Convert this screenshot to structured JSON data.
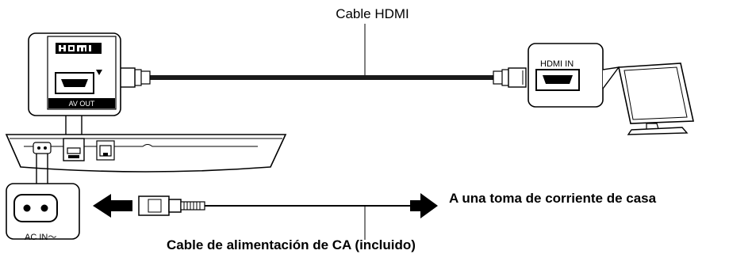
{
  "labels": {
    "hdmi_cable": "Cable HDMI",
    "outlet": "A una toma de corriente de casa",
    "power_cable": "Cable de alimentación de CA (incluido)",
    "hdmi_in": "HDMI IN",
    "av_out": "AV OUT",
    "ac_in": "AC IN～",
    "hdmi_logo": "HDMI"
  },
  "colors": {
    "line": "#000000",
    "background": "#ffffff",
    "cable": "#1a1a1a"
  },
  "icons": [
    "hdmi-logo-icon",
    "hdmi-port-icon",
    "ac-inlet-icon",
    "lan-port-icon",
    "television-icon",
    "power-plug-icon",
    "arrow-left-icon",
    "arrow-right-icon"
  ]
}
